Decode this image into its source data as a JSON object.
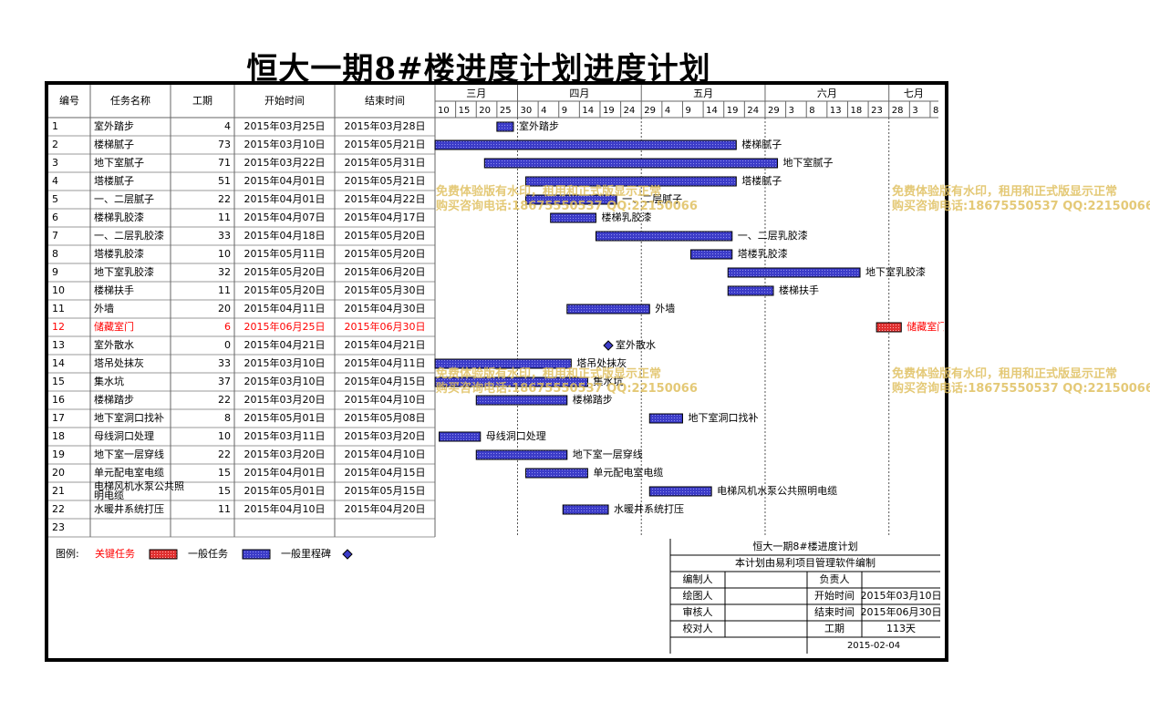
{
  "page_title": "恒大一期8#楼进度计划进度计划",
  "chart_data": {
    "type": "gantt",
    "table_headers": [
      "编号",
      "任务名称",
      "工期",
      "开始时间",
      "结束时间"
    ],
    "timeline": {
      "months": [
        {
          "label": "三月",
          "start": "2015-03-10",
          "end": "2015-03-30"
        },
        {
          "label": "四月",
          "start": "2015-03-30",
          "end": "2015-04-29"
        },
        {
          "label": "五月",
          "start": "2015-04-29",
          "end": "2015-05-29"
        },
        {
          "label": "六月",
          "start": "2015-05-29",
          "end": "2015-06-28"
        },
        {
          "label": "七月",
          "start": "2015-06-28",
          "end": "2015-07-10"
        }
      ],
      "ticks": [
        {
          "label": "10",
          "date": "2015-03-10"
        },
        {
          "label": "15",
          "date": "2015-03-15"
        },
        {
          "label": "20",
          "date": "2015-03-20"
        },
        {
          "label": "25",
          "date": "2015-03-25"
        },
        {
          "label": "30",
          "date": "2015-03-30"
        },
        {
          "label": "4",
          "date": "2015-04-04"
        },
        {
          "label": "9",
          "date": "2015-04-09"
        },
        {
          "label": "14",
          "date": "2015-04-14"
        },
        {
          "label": "19",
          "date": "2015-04-19"
        },
        {
          "label": "24",
          "date": "2015-04-24"
        },
        {
          "label": "29",
          "date": "2015-04-29"
        },
        {
          "label": "4",
          "date": "2015-05-04"
        },
        {
          "label": "9",
          "date": "2015-05-09"
        },
        {
          "label": "14",
          "date": "2015-05-14"
        },
        {
          "label": "19",
          "date": "2015-05-19"
        },
        {
          "label": "24",
          "date": "2015-05-24"
        },
        {
          "label": "29",
          "date": "2015-05-29"
        },
        {
          "label": "3",
          "date": "2015-06-03"
        },
        {
          "label": "8",
          "date": "2015-06-08"
        },
        {
          "label": "13",
          "date": "2015-06-13"
        },
        {
          "label": "18",
          "date": "2015-06-18"
        },
        {
          "label": "23",
          "date": "2015-06-23"
        },
        {
          "label": "28",
          "date": "2015-06-28"
        },
        {
          "label": "3",
          "date": "2015-07-03"
        },
        {
          "label": "8",
          "date": "2015-07-08"
        }
      ],
      "range": [
        "2015-03-10",
        "2015-07-10"
      ]
    },
    "tasks": [
      {
        "id": "1",
        "name": "室外踏步",
        "duration": "4",
        "start": "2015年03月25日",
        "end": "2015年03月28日",
        "start_date": "2015-03-25",
        "end_date": "2015-03-28",
        "kind": "normal"
      },
      {
        "id": "2",
        "name": "楼梯腻子",
        "duration": "73",
        "start": "2015年03月10日",
        "end": "2015年05月21日",
        "start_date": "2015-03-10",
        "end_date": "2015-05-21",
        "kind": "normal"
      },
      {
        "id": "3",
        "name": "地下室腻子",
        "duration": "71",
        "start": "2015年03月22日",
        "end": "2015年05月31日",
        "start_date": "2015-03-22",
        "end_date": "2015-05-31",
        "kind": "normal"
      },
      {
        "id": "4",
        "name": "塔楼腻子",
        "duration": "51",
        "start": "2015年04月01日",
        "end": "2015年05月21日",
        "start_date": "2015-04-01",
        "end_date": "2015-05-21",
        "kind": "normal"
      },
      {
        "id": "5",
        "name": "一、二层腻子",
        "duration": "22",
        "start": "2015年04月01日",
        "end": "2015年04月22日",
        "start_date": "2015-04-01",
        "end_date": "2015-04-22",
        "kind": "normal"
      },
      {
        "id": "6",
        "name": "楼梯乳胶漆",
        "duration": "11",
        "start": "2015年04月07日",
        "end": "2015年04月17日",
        "start_date": "2015-04-07",
        "end_date": "2015-04-17",
        "kind": "normal"
      },
      {
        "id": "7",
        "name": "一、二层乳胶漆",
        "duration": "33",
        "start": "2015年04月18日",
        "end": "2015年05月20日",
        "start_date": "2015-04-18",
        "end_date": "2015-05-20",
        "kind": "normal"
      },
      {
        "id": "8",
        "name": "塔楼乳胶漆",
        "duration": "10",
        "start": "2015年05月11日",
        "end": "2015年05月20日",
        "start_date": "2015-05-11",
        "end_date": "2015-05-20",
        "kind": "normal"
      },
      {
        "id": "9",
        "name": "地下室乳胶漆",
        "duration": "32",
        "start": "2015年05月20日",
        "end": "2015年06月20日",
        "start_date": "2015-05-20",
        "end_date": "2015-06-20",
        "kind": "normal"
      },
      {
        "id": "10",
        "name": "楼梯扶手",
        "duration": "11",
        "start": "2015年05月20日",
        "end": "2015年05月30日",
        "start_date": "2015-05-20",
        "end_date": "2015-05-30",
        "kind": "normal"
      },
      {
        "id": "11",
        "name": "外墙",
        "duration": "20",
        "start": "2015年04月11日",
        "end": "2015年04月30日",
        "start_date": "2015-04-11",
        "end_date": "2015-04-30",
        "kind": "normal"
      },
      {
        "id": "12",
        "name": "储藏室门",
        "duration": "6",
        "start": "2015年06月25日",
        "end": "2015年06月30日",
        "start_date": "2015-06-25",
        "end_date": "2015-06-30",
        "kind": "critical"
      },
      {
        "id": "13",
        "name": "室外散水",
        "duration": "0",
        "start": "2015年04月21日",
        "end": "2015年04月21日",
        "start_date": "2015-04-21",
        "end_date": "2015-04-21",
        "kind": "milestone"
      },
      {
        "id": "14",
        "name": "塔吊处抹灰",
        "duration": "33",
        "start": "2015年03月10日",
        "end": "2015年04月11日",
        "start_date": "2015-03-10",
        "end_date": "2015-04-11",
        "kind": "normal"
      },
      {
        "id": "15",
        "name": "集水坑",
        "duration": "37",
        "start": "2015年03月10日",
        "end": "2015年04月15日",
        "start_date": "2015-03-10",
        "end_date": "2015-04-15",
        "kind": "normal"
      },
      {
        "id": "16",
        "name": "楼梯踏步",
        "duration": "22",
        "start": "2015年03月20日",
        "end": "2015年04月10日",
        "start_date": "2015-03-20",
        "end_date": "2015-04-10",
        "kind": "normal"
      },
      {
        "id": "17",
        "name": "地下室洞口找补",
        "duration": "8",
        "start": "2015年05月01日",
        "end": "2015年05月08日",
        "start_date": "2015-05-01",
        "end_date": "2015-05-08",
        "kind": "normal"
      },
      {
        "id": "18",
        "name": "母线洞口处理",
        "duration": "10",
        "start": "2015年03月11日",
        "end": "2015年03月20日",
        "start_date": "2015-03-11",
        "end_date": "2015-03-20",
        "kind": "normal"
      },
      {
        "id": "19",
        "name": "地下室一层穿线",
        "duration": "22",
        "start": "2015年03月20日",
        "end": "2015年04月10日",
        "start_date": "2015-03-20",
        "end_date": "2015-04-10",
        "kind": "normal"
      },
      {
        "id": "20",
        "name": "单元配电室电缆",
        "duration": "15",
        "start": "2015年04月01日",
        "end": "2015年04月15日",
        "start_date": "2015-04-01",
        "end_date": "2015-04-15",
        "kind": "normal"
      },
      {
        "id": "21",
        "name": "电梯风机水泵公共照明电缆",
        "duration": "15",
        "start": "2015年05月01日",
        "end": "2015年05月15日",
        "start_date": "2015-05-01",
        "end_date": "2015-05-15",
        "kind": "normal"
      },
      {
        "id": "22",
        "name": "水暖井系统打压",
        "duration": "11",
        "start": "2015年04月10日",
        "end": "2015年04月20日",
        "start_date": "2015-04-10",
        "end_date": "2015-04-20",
        "kind": "normal"
      },
      {
        "id": "23",
        "name": "",
        "duration": "",
        "start": "",
        "end": "",
        "start_date": "",
        "end_date": "",
        "kind": "empty"
      }
    ],
    "colors": {
      "normal": "#3c3cc8",
      "critical": "#e03030",
      "milestone": "#3c3cc8",
      "critical_text": "#ff0000"
    }
  },
  "legend": {
    "label": "图例:",
    "critical": "关键任务",
    "normal": "一般任务",
    "milestone": "一般里程碑"
  },
  "info_box": {
    "title": "恒大一期8#楼进度计划",
    "subtitle": "本计划由易利项目管理软件编制",
    "rows": [
      [
        "编制人",
        "",
        "负责人",
        ""
      ],
      [
        "绘图人",
        "",
        "开始时间",
        "2015年03月10日"
      ],
      [
        "审核人",
        "",
        "结束时间",
        "2015年06月30日"
      ],
      [
        "校对人",
        "",
        "工期",
        "113天"
      ]
    ],
    "date": "2015-02-04"
  },
  "watermark": {
    "line1": "免费体验版有水印，租用和正式版显示正常",
    "line2": "购买咨询电话:18675550537 QQ:22150066"
  }
}
